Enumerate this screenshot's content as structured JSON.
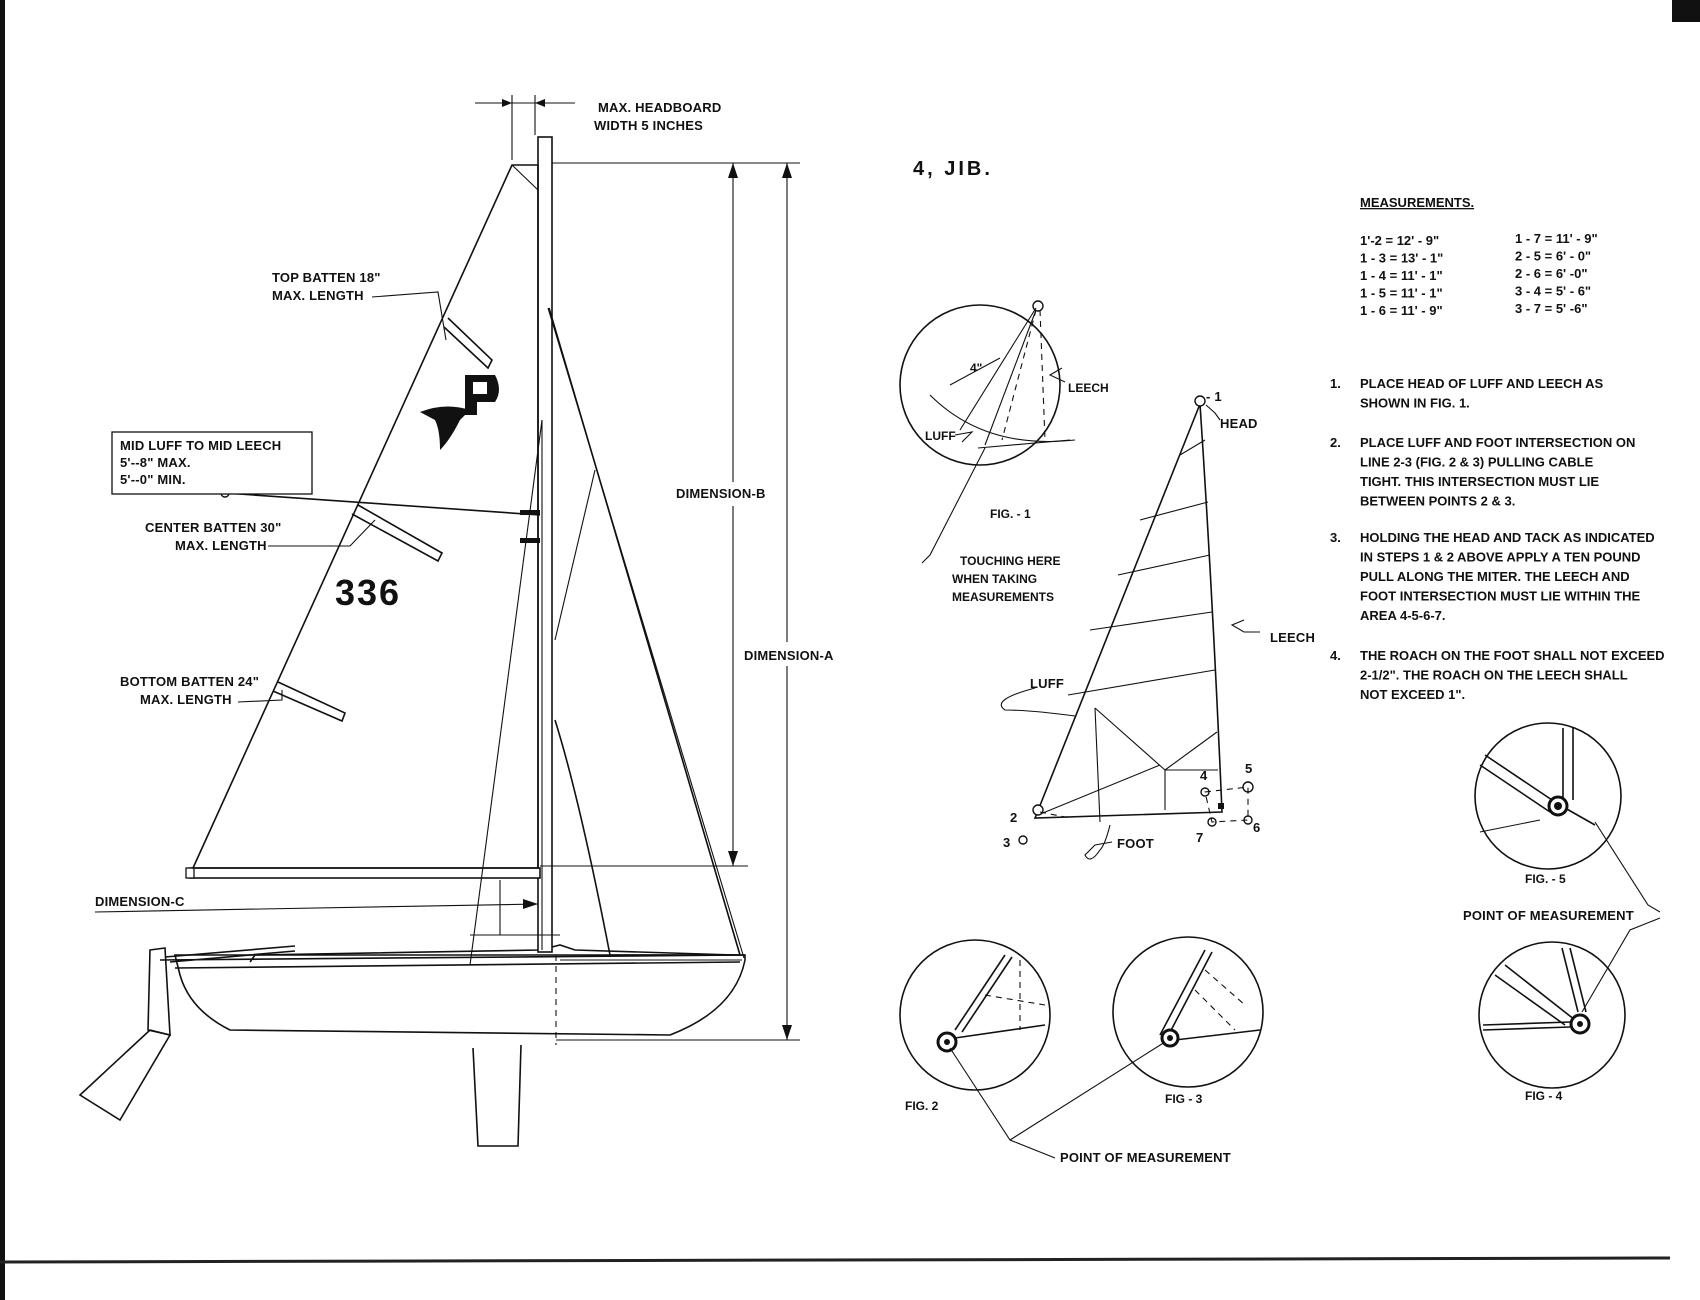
{
  "boat": {
    "headboard": [
      "MAX. HEADBOARD",
      "WIDTH 5 INCHES"
    ],
    "top_batten": [
      "TOP BATTEN 18\"",
      "MAX. LENGTH"
    ],
    "mid_luff": [
      "MID LUFF TO MID LEECH",
      "5'--8\"  MAX.",
      "5'--0\"  MIN."
    ],
    "center_batten": [
      "CENTER BATTEN 30\"",
      "MAX. LENGTH"
    ],
    "bottom_batten": [
      "BOTTOM BATTEN 24\"",
      "MAX. LENGTH"
    ],
    "sail_number": "336",
    "insignia": "P",
    "dimension_a": "DIMENSION-A",
    "dimension_b": "DIMENSION-B",
    "dimension_c": "DIMENSION-C"
  },
  "jib": {
    "title": "4,  JIB.",
    "fig1": {
      "caption": "FIG. - 1",
      "leech": "LEECH",
      "luff": "LUFF",
      "four_inch": "4\"",
      "touching": [
        "TOUCHING HERE",
        "WHEN TAKING",
        "MEASUREMENTS"
      ]
    },
    "main": {
      "p1": "- 1",
      "head": "HEAD",
      "leech": "LEECH",
      "luff": "LUFF",
      "foot": "FOOT",
      "p2": "2",
      "p3": "3",
      "p4": "4",
      "p5": "5",
      "p6": "6",
      "p7": "7"
    },
    "measurements": {
      "heading": "MEASUREMENTS.",
      "col1": [
        "1'-2  =  12' - 9\"",
        "1 - 3 =  13' - 1\"",
        "1 - 4 = 11' - 1\"",
        "1 - 5 =  11' - 1\"",
        "1 - 6 =  11' - 9\""
      ],
      "col2": [
        "1 - 7 = 11' - 9\"",
        "2 - 5 = 6'  - 0\"",
        "2 - 6 = 6'  -0\"",
        "3 - 4 = 5'  - 6\"",
        "3 - 7 = 5'  -6\""
      ]
    },
    "instructions": [
      {
        "n": "1.",
        "lines": [
          "PLACE HEAD OF LUFF AND LEECH AS",
          "SHOWN  IN FIG. 1."
        ]
      },
      {
        "n": "2.",
        "lines": [
          "PLACE LUFF AND FOOT INTERSECTION ON",
          "LINE 2-3 (FIG. 2 & 3) PULLING CABLE",
          "TIGHT.  THIS INTERSECTION MUST LIE",
          "BETWEEN POINTS 2 & 3."
        ]
      },
      {
        "n": "3.",
        "lines": [
          "HOLDING THE HEAD AND TACK AS INDICATED",
          "IN STEPS 1 & 2 ABOVE APPLY A TEN POUND",
          "PULL ALONG THE MITER.  THE LEECH AND",
          "FOOT INTERSECTION MUST LIE WITHIN THE",
          "AREA 4-5-6-7."
        ]
      },
      {
        "n": "4.",
        "lines": [
          "THE ROACH ON THE FOOT SHALL NOT EXCEED",
          "2-1/2\".  THE ROACH ON THE LEECH SHALL",
          "NOT EXCEED 1\"."
        ]
      }
    ],
    "fig2": "FIG.  2",
    "fig3": "FIG - 3",
    "fig4": "FIG - 4",
    "fig5": "FIG. - 5",
    "point_of_measurement_bottom": "POINT  OF  MEASUREMENT",
    "point_of_measurement_right": "POINT  OF  MEASUREMENT"
  }
}
